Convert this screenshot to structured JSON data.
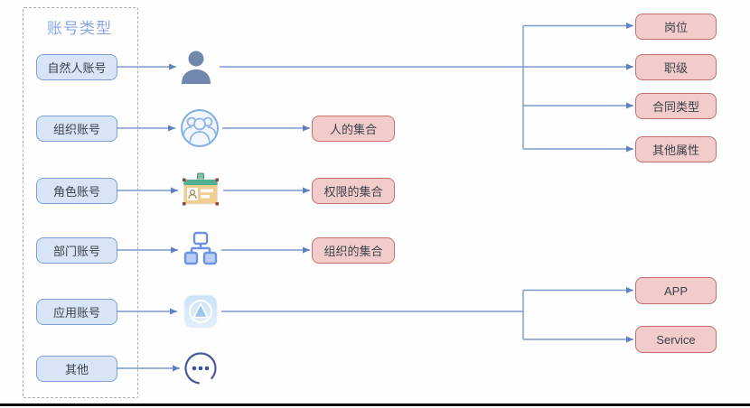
{
  "diagram": {
    "title": "账号类型",
    "account_types": [
      {
        "label": "自然人账号",
        "icon": "person-icon"
      },
      {
        "label": "组织账号",
        "icon": "group-circle-icon"
      },
      {
        "label": "角色账号",
        "icon": "id-badge-icon"
      },
      {
        "label": "部门账号",
        "icon": "org-chart-icon"
      },
      {
        "label": "应用账号",
        "icon": "app-icon"
      },
      {
        "label": "其他",
        "icon": "ellipsis-circle-icon"
      }
    ],
    "collection_outputs": [
      {
        "label": "人的集合"
      },
      {
        "label": "权限的集合"
      },
      {
        "label": "组织的集合"
      }
    ],
    "person_attributes": [
      {
        "label": "岗位"
      },
      {
        "label": "职级"
      },
      {
        "label": "合同类型"
      },
      {
        "label": "其他属性"
      }
    ],
    "app_outputs": [
      {
        "label": "APP"
      },
      {
        "label": "Service"
      }
    ],
    "colors": {
      "source_box_fill": "#d8e5f7",
      "source_box_border": "#7d9ed6",
      "result_box_fill": "#f2cccb",
      "result_box_border": "#c4706b",
      "connector": "#7d99cb",
      "title_text": "#8aa5e8",
      "label_text": "#3c4148",
      "dashed_border": "#a7aeb8",
      "bottom_rule": "#0c0c0c"
    }
  }
}
